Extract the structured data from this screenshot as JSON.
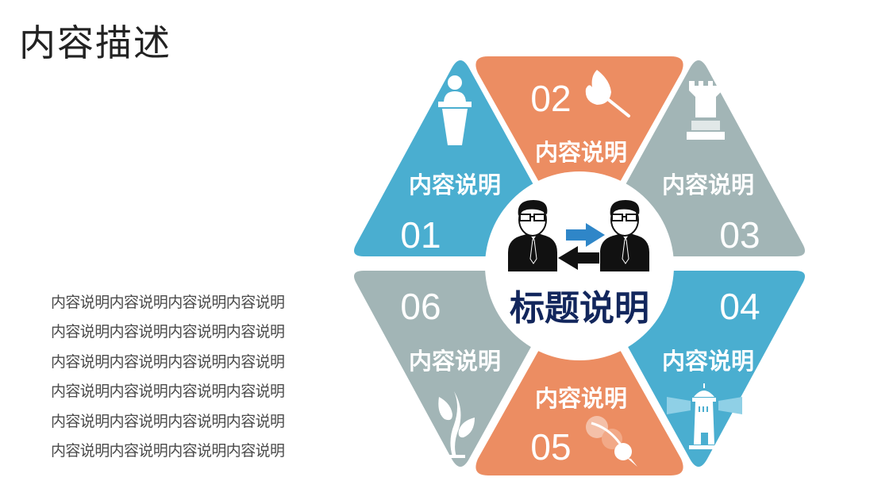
{
  "page": {
    "title": "内容描述",
    "body_lines": [
      "内容说明内容说明内容说明内容说明",
      "内容说明内容说明内容说明内容说明",
      "内容说明内容说明内容说明内容说明",
      "内容说明内容说明内容说明内容说明",
      "内容说明内容说明内容说明内容说明",
      "内容说明内容说明内容说明内容说明"
    ]
  },
  "colors": {
    "blue": "#4aaed0",
    "orange": "#ec8d62",
    "gray": "#a2b5b6",
    "navy": "#12265c"
  },
  "diagram": {
    "center": {
      "title": "标题说明",
      "icon": "two-businessmen-exchange-icon"
    },
    "segments": [
      {
        "number": "01",
        "label": "内容说明",
        "color": "blue",
        "icon": "speaker-podium-icon"
      },
      {
        "number": "02",
        "label": "内容说明",
        "color": "orange",
        "icon": "burning-match-icon"
      },
      {
        "number": "03",
        "label": "内容说明",
        "color": "gray",
        "icon": "chess-rook-icon"
      },
      {
        "number": "04",
        "label": "内容说明",
        "color": "blue",
        "icon": "lighthouse-icon"
      },
      {
        "number": "05",
        "label": "内容说明",
        "color": "orange",
        "icon": "comet-icon"
      },
      {
        "number": "06",
        "label": "内容说明",
        "color": "gray",
        "icon": "sprout-icon"
      }
    ]
  }
}
